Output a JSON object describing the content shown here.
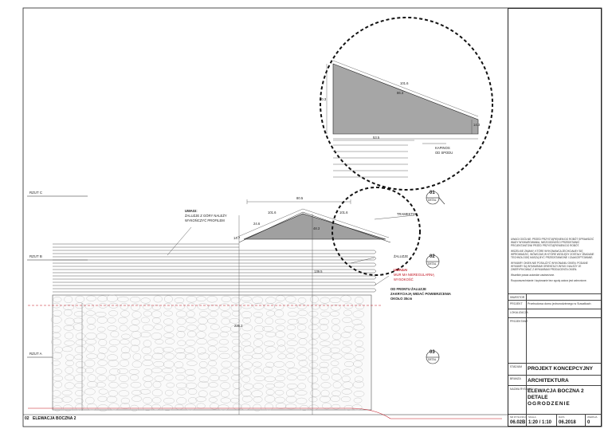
{
  "levels": [
    {
      "label": "RZUT C"
    },
    {
      "label": "RZUT B"
    },
    {
      "label": "RZUT A"
    }
  ],
  "annotations": {
    "note_title": "UWAGI:",
    "note_lines": [
      "ŻALUZJE Z GÓRY NALEŻY",
      "WYKOŃCZYĆ PROFILEM"
    ],
    "zaluzje": "ŻALUZJE",
    "red_lines": [
      "UWAGA!",
      "MUR MA NIEREGULARNĄ",
      "WYSOKOŚĆ"
    ],
    "front_lines": [
      "OD FRONTU ŻALUZJE",
      "ZAKRYCIAJĄ WIDAĆ POWIERZCENIA",
      "OKOŁO 30cm"
    ],
    "trimmer": "TRAMEKTIS",
    "kapinos": [
      "KAPINOS",
      "OD SPODU"
    ]
  },
  "dimensions": {
    "main_top": "80.5",
    "main_left": "101.6",
    "main_right": "101.6",
    "main_height": "48.3",
    "main_side": "14.7",
    "main_small": "24.6",
    "main_vertical": "139.5",
    "main_total": "226.2",
    "detail_top": "101.6",
    "detail_inner": "86.3",
    "detail_left": "40.3",
    "detail_right": "14.3",
    "detail_bottom": "53.5"
  },
  "bubbles": [
    {
      "num": "01",
      "sub": "DETAL"
    },
    {
      "num": "02",
      "sub": "DETAL"
    },
    {
      "num": "03",
      "sub": "DETAL"
    }
  ],
  "drawing_label": {
    "num": "02",
    "title": "ELEWACJA BOCZNA 2"
  },
  "title_block": {
    "notes": [
      "UWAGI OGÓLNE: PRZED PRZYSTĄPIENIEM DO ROBÓT SPRAWDZIĆ WADY WYMIAROWANIA, NIEZGODNOŚCI PRZEDSTAWIĆ PROJEKTANTOWI PRZED PRZYSTĄPIENIEM DO ROBÓT.",
      "WSZELKIE ZMIANY, KTÓRE WYKONAWCA ZECHCIAŁBY SIĘ WPROWADZIĆ, WÓWCZAS W KTÓRE WZGLĘDY ZOSTAŁY ZBADANE TECHNOLOGIĘ MUSZĄ BYĆ PRZEDSTAWIONE I ZAAKCEPTOWANE.",
      "WYMIARY OKIEN NIE POSŁUŻYĆ WYKONANIU OKIEN. PODANE WYMIARY SĄ WYMIARAMI ORIENTACYJNYMI I NALEŻY JE ZWERYFIKOWAĆ Z WYMIARAMI PRODUCENTA OKIEN.",
      "Wszelkie prawa autorskie zastrzeżone.",
      "Rozpowszechnianie i kopiowanie bez zgody autora jest zabronione."
    ],
    "rows": [
      {
        "label": "INWESTOR",
        "value": ""
      },
      {
        "label": "PROJEKT",
        "value": "Przebudowa domu jednorodzinnego w Suwałkach"
      },
      {
        "label": "LOKALIZACJA",
        "value": ""
      },
      {
        "label": "PROJEKTANT",
        "value": ""
      }
    ],
    "stadium_label": "STADIUM",
    "stadium_value": "PROJEKT KONCEPCYJNY",
    "branza_label": "BRANŻA",
    "branza_value": "ARCHITEKTURA",
    "nazwa_label": "NAZWA RYSUNKU",
    "nazwa_lines": [
      "ELEWACJA BOCZNA 2",
      "DETALE",
      "OGRODZENIE"
    ],
    "footer": [
      {
        "caption": "NR RYSUNKU",
        "value": "06.02B"
      },
      {
        "caption": "SKALA",
        "value": "1:20 / 1:10"
      },
      {
        "caption": "DATA",
        "value": "06.2018"
      },
      {
        "caption": "WERSJA",
        "value": "0"
      }
    ]
  },
  "colors": {
    "line": "#222222",
    "fill_gray": "#9a9a9a",
    "red": "#c1121f"
  }
}
